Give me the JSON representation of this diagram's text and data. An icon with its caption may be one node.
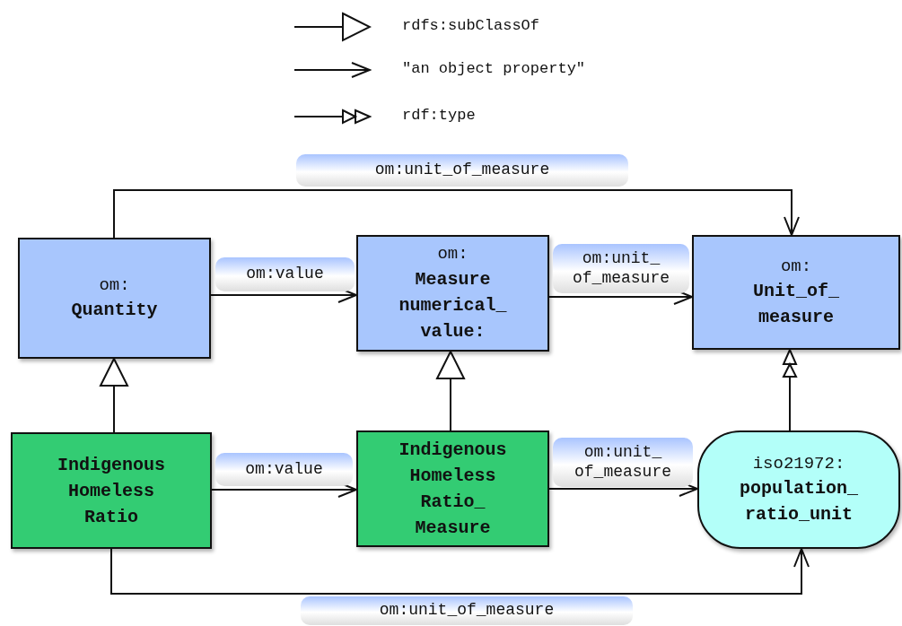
{
  "diagram": {
    "nodes": [
      {
        "text": [
          "om:",
          "Quantity"
        ]
      },
      {
        "text": [
          "om:",
          "Measure numerical_ value:"
        ]
      },
      {
        "text": [
          "om:",
          "Unit_of_ measure"
        ]
      },
      {
        "text": [
          "Indigenous Homeless Ratio"
        ]
      },
      {
        "text": [
          "Indigenous Homeless Ratio_ Measure"
        ]
      },
      {
        "text": [
          "iso21972:",
          "population_ ratio_unit"
        ]
      }
    ],
    "edges": [
      {
        "from": 0,
        "to": 2,
        "arrow": "to",
        "label": "om:unit_of_measure"
      },
      {
        "from": 0,
        "to": 1,
        "arrow": "to",
        "label": "om:value"
      },
      {
        "from": 1,
        "to": 2,
        "arrow": "to",
        "label": "om:unit_ of_measure"
      },
      {
        "from": 3,
        "to": 0,
        "arrow": "to"
      },
      {
        "from": 4,
        "to": 1,
        "arrow": "to"
      },
      {
        "from": 5,
        "to": 2,
        "arrow": "to"
      },
      {
        "from": 3,
        "to": 4,
        "arrow": "to",
        "label": "om:value"
      },
      {
        "from": 4,
        "to": 5,
        "arrow": "to",
        "label": "om:unit_ of_measure"
      },
      {
        "from": 3,
        "to": 5,
        "arrow": "to",
        "label": "om:unit_of_measure"
      }
    ],
    "legend": [
      {
        "text": "rdfs:subClassOf"
      },
      {
        "text": "\"an object property\""
      },
      {
        "text": "rdf:type"
      }
    ]
  }
}
